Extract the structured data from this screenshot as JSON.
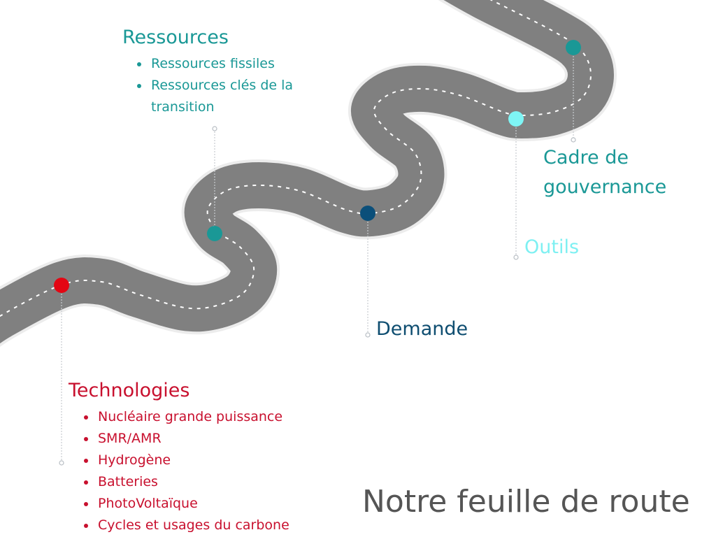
{
  "title": "Notre feuille de route",
  "milestones": {
    "technologies": {
      "heading": "Technologies",
      "items": [
        "Nucléaire grande puissance",
        "SMR/AMR",
        "Hydrogène",
        "Batteries",
        "PhotoVoltaïque",
        "Cycles et usages du carbone"
      ],
      "color": "#e30613"
    },
    "ressources": {
      "heading": "Ressources",
      "items": [
        "Ressources fissiles",
        "Ressources clés de la transition"
      ],
      "color": "#1a9896"
    },
    "demande": {
      "heading": "Demande",
      "color": "#0b4f7a"
    },
    "outils": {
      "heading": "Outils",
      "color": "#7ef5f5"
    },
    "gouvernance": {
      "heading": "Cadre de gouvernance",
      "color": "#1a9896"
    }
  },
  "road_color": "#808080"
}
